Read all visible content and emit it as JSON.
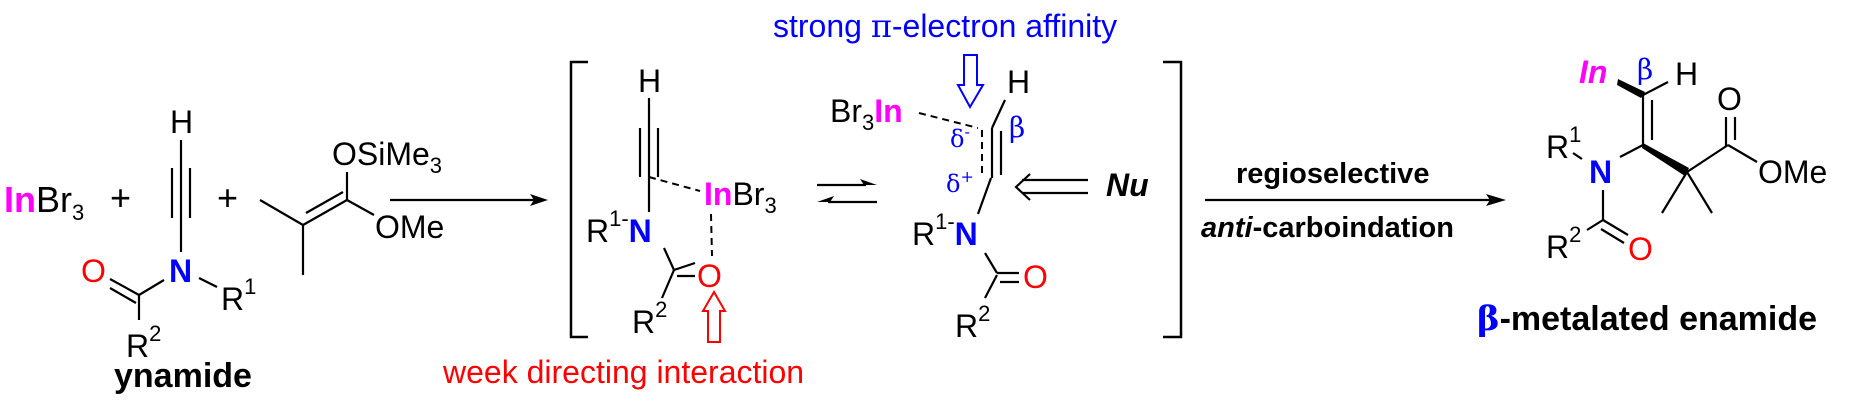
{
  "colors": {
    "indium": "#ff00ff",
    "nitrogen": "#0000ff",
    "oxygen": "#ff0000",
    "annotation_blue": "#0000ff",
    "annotation_red": "#ff0000"
  },
  "reactants": {
    "inbr3": {
      "metal": "In",
      "halide": "Br",
      "sub": "3"
    },
    "plus": "+",
    "ynamide": {
      "H": "H",
      "N": "N",
      "O": "O",
      "R1": "R",
      "R1_sup": "1",
      "R2": "R",
      "R2_sup": "2",
      "label": "ynamide"
    },
    "ketene_acetal": {
      "osime": "OSiMe",
      "osime_sub": "3",
      "ome": "OMe"
    }
  },
  "intermediate1": {
    "H": "H",
    "metal": "In",
    "halide": "Br",
    "sub": "3",
    "R1": "R",
    "R1_sup": "1-",
    "N": "N",
    "O": "O",
    "R2": "R",
    "R2_sup": "2",
    "annotation": "week directing interaction"
  },
  "intermediate2": {
    "annotation_pre": "strong ",
    "pi": "π",
    "annotation_post": "-electron affinity",
    "halide": "Br",
    "sub": "3",
    "metal": "In",
    "H": "H",
    "delta_minus": "δ",
    "minus": "-",
    "delta_plus": "δ",
    "plus": "+",
    "beta": "β",
    "nucleophile": "Nu",
    "R1": "R",
    "R1_sup": "1-",
    "N": "N",
    "O": "O",
    "R2": "R",
    "R2_sup": "2"
  },
  "conditions": {
    "line1": "regioselective",
    "line2_italic": "anti",
    "line2_rest": "-carboindation"
  },
  "product": {
    "metal": "In",
    "beta": "β",
    "H": "H",
    "R1": "R",
    "R1_sup": "1",
    "N": "N",
    "R2": "R",
    "R2_sup": "2",
    "O_amide": "O",
    "O_ester": "O",
    "ome": "OMe",
    "label_beta": "β",
    "label_rest": "-metalated enamide"
  }
}
